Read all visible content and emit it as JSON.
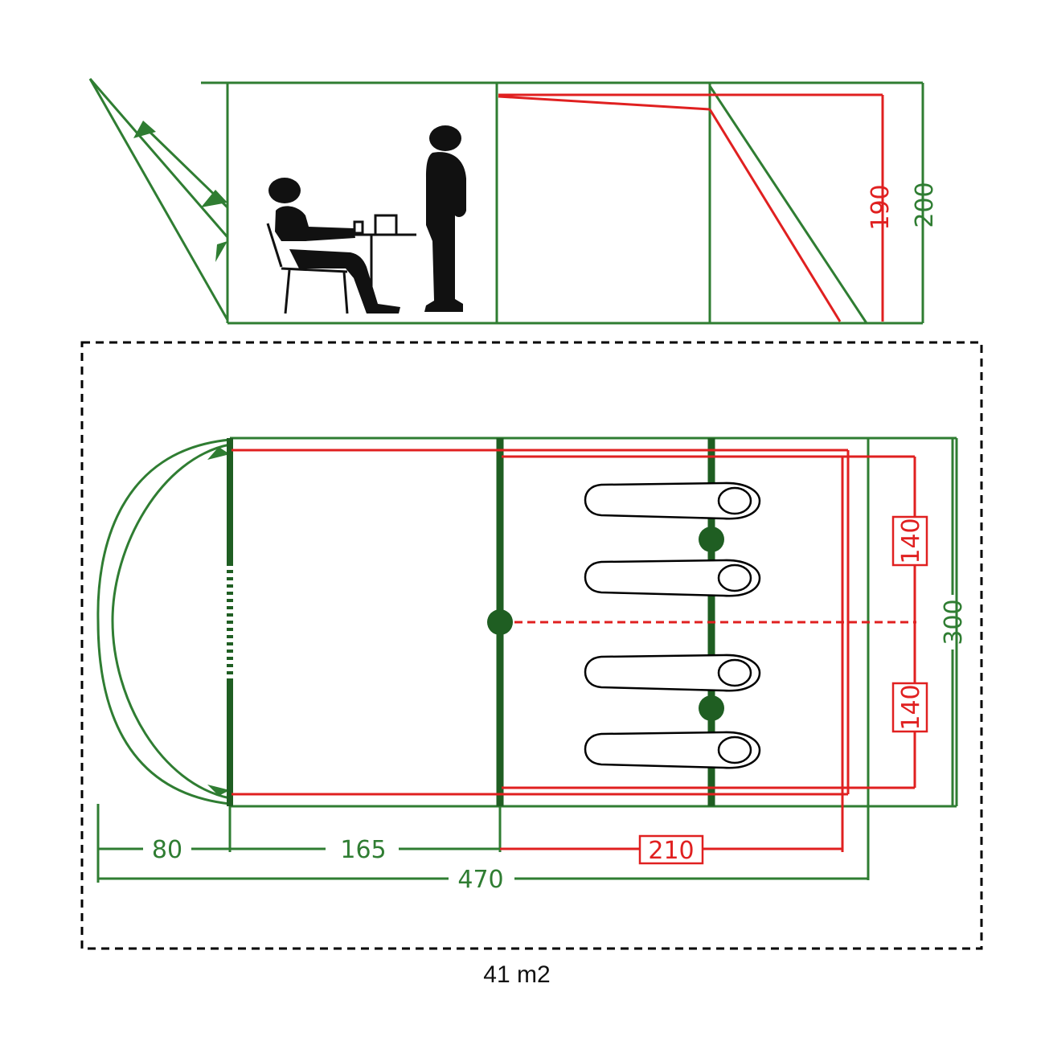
{
  "colors": {
    "outer": "#2f7d32",
    "pole": "#1f5e22",
    "inner": "#e02020",
    "figure": "#111111",
    "outline": "#000000"
  },
  "side_view": {
    "height_inner": "190",
    "height_outer": "200"
  },
  "floor_plan": {
    "width_total": "300",
    "berth_width_top": "140",
    "berth_width_bottom": "140",
    "len_porch": "80",
    "len_living": "165",
    "len_bedroom": "210",
    "len_total": "470",
    "area": "41 m2"
  }
}
